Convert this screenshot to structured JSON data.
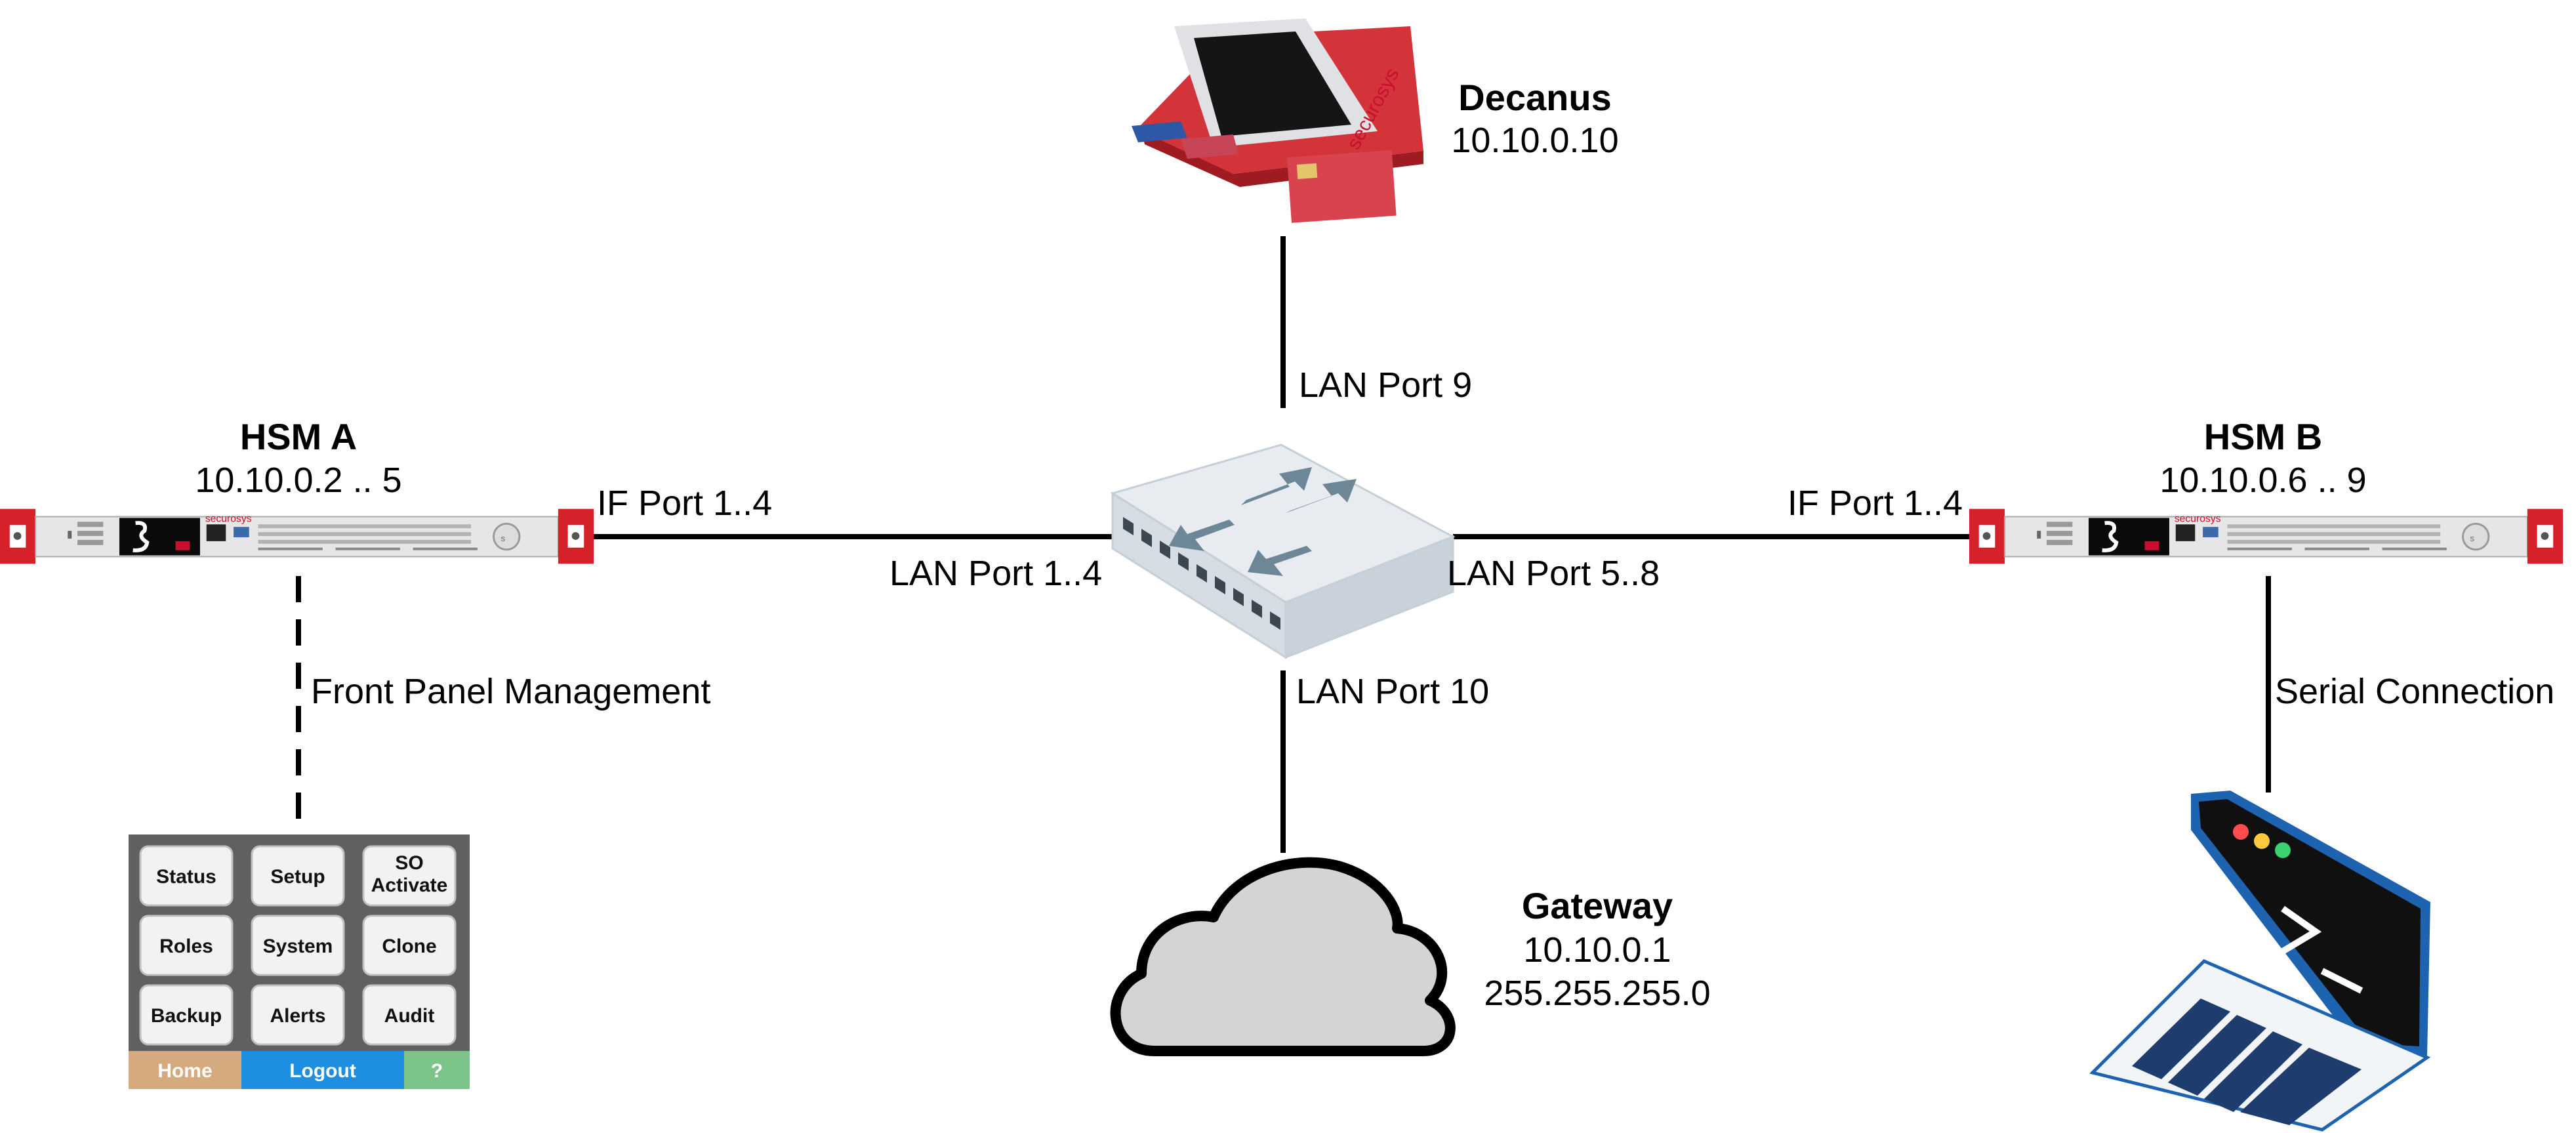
{
  "nodes": {
    "decanus": {
      "name": "Decanus",
      "ip": "10.10.0.10",
      "brand": "securosys"
    },
    "hsm_a": {
      "name": "HSM A",
      "ip": "10.10.0.2 .. 5",
      "brand": "securosys"
    },
    "hsm_b": {
      "name": "HSM B",
      "ip": "10.10.0.6 .. 9",
      "brand": "securosys"
    },
    "gateway": {
      "name": "Gateway",
      "ip": "10.10.0.1",
      "mask": "255.255.255.0"
    }
  },
  "links": {
    "lan_port_9": "LAN Port 9",
    "lan_port_1_4": "LAN Port 1..4",
    "lan_port_5_8": "LAN Port 5..8",
    "lan_port_10": "LAN Port 10",
    "if_port_a": "IF Port 1..4",
    "if_port_b": "IF Port 1..4",
    "front_panel": "Front Panel Management",
    "serial": "Serial Connection"
  },
  "front_panel": {
    "buttons": [
      [
        "Status"
      ],
      [
        "Setup"
      ],
      [
        "SO",
        "Activate"
      ],
      [
        "Roles"
      ],
      [
        "System"
      ],
      [
        "Clone"
      ],
      [
        "Backup"
      ],
      [
        "Alerts"
      ],
      [
        "Audit"
      ]
    ],
    "bar": {
      "home": "Home",
      "logout": "Logout",
      "help": "?"
    }
  },
  "colors": {
    "hsm_red": "#d6202a",
    "panel_bg": "#606060",
    "bar_home": "#d4aa7e",
    "bar_logout": "#1e8fe0",
    "bar_help": "#7dc48a",
    "cloud_fill": "#d4d4d4",
    "switch_fill": "#e3e8ed",
    "arrow_color": "#6e8797",
    "laptop_frame": "#1e63b0"
  },
  "icons": [
    "hsm-appliance-icon",
    "network-switch-icon",
    "cloud-icon",
    "laptop-terminal-icon",
    "decanus-terminal-icon"
  ]
}
